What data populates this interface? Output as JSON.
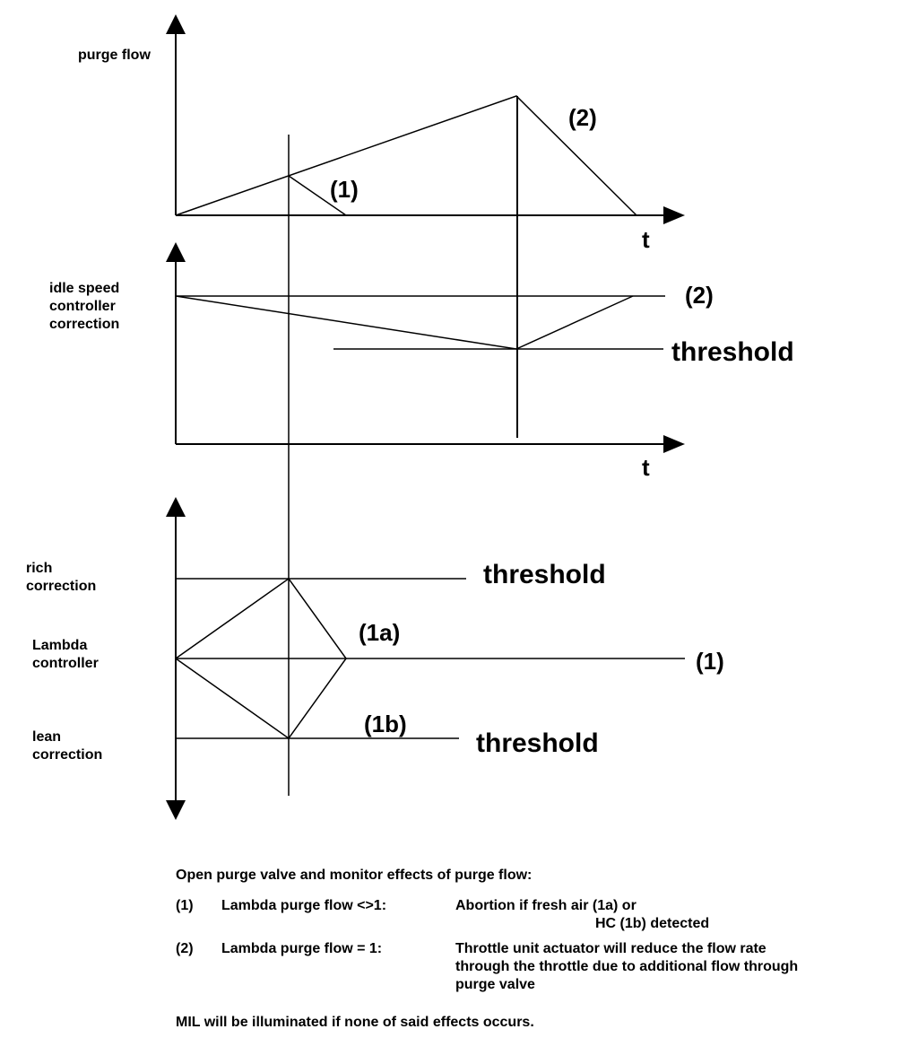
{
  "top_plot": {
    "ylabel": "purge flow",
    "xlabel": "t",
    "marker_1": "(1)",
    "marker_2": "(2)"
  },
  "mid_plot": {
    "ylabel_line1": "idle speed",
    "ylabel_line2": "controller",
    "ylabel_line3": "correction",
    "xlabel": "t",
    "marker_2": "(2)",
    "threshold": "threshold"
  },
  "bottom_plot": {
    "rich_line1": "rich",
    "rich_line2": "correction",
    "lambda_line1": "Lambda",
    "lambda_line2": "controller",
    "lean_line1": "lean",
    "lean_line2": "correction",
    "threshold_rich": "threshold",
    "threshold_lean": "threshold",
    "marker_1a": "(1a)",
    "marker_1b": "(1b)",
    "marker_1": "(1)"
  },
  "legend": {
    "intro": "Open purge valve and monitor effects of purge flow:",
    "item1_num": "(1)",
    "item1_cond": "Lambda purge flow <>1:",
    "item1_desc_line1": "Abortion if fresh air (1a) or",
    "item1_desc_line2": "HC (1b) detected",
    "item2_num": "(2)",
    "item2_cond": "Lambda purge flow = 1:",
    "item2_desc_line1": "Throttle unit actuator will reduce the flow rate",
    "item2_desc_line2": "through the throttle due to additional flow through",
    "item2_desc_line3": "purge valve",
    "footer": "MIL will be illuminated if none of said effects occurs."
  }
}
